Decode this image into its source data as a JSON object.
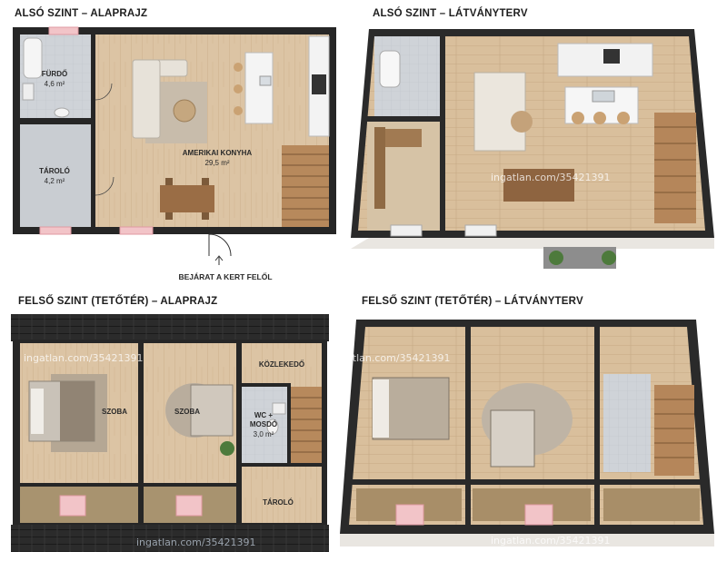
{
  "panels": {
    "lower_plan_title": "ALSÓ SZINT – ALAPRAJZ",
    "lower_view_title": "ALSÓ SZINT – LÁTVÁNYTERV",
    "upper_plan_title": "FELSŐ SZINT (TETŐTÉR) – ALAPRAJZ",
    "upper_view_title": "FELSŐ SZINT (TETŐTÉR) – LÁTVÁNYTERV"
  },
  "lower_rooms": {
    "bath_name": "FÜRDŐ",
    "bath_area": "4,6 m²",
    "storage_name": "TÁROLÓ",
    "storage_area": "4,2 m²",
    "kitchen_name": "AMERIKAI KONYHA",
    "kitchen_area": "29,5 m²",
    "entrance_label": "BEJÁRAT A KERT FELŐL"
  },
  "upper_rooms": {
    "room1_name": "SZOBA",
    "room2_name": "SZOBA",
    "hall_name": "KÖZLEKEDŐ",
    "wc_name_1": "WC +",
    "wc_name_2": "MOSDÓ",
    "wc_area": "3,0 m²",
    "storage_name": "TÁROLÓ"
  },
  "watermark": "ingatlan.com/35421391",
  "colors": {
    "wall": "#262626",
    "wood_floor": "#dcc4a4",
    "tile_floor": "#cdd2d8",
    "sofa": "#e4dfd6",
    "rug": "#bfb3a3",
    "roof": "#2b2b2b"
  }
}
